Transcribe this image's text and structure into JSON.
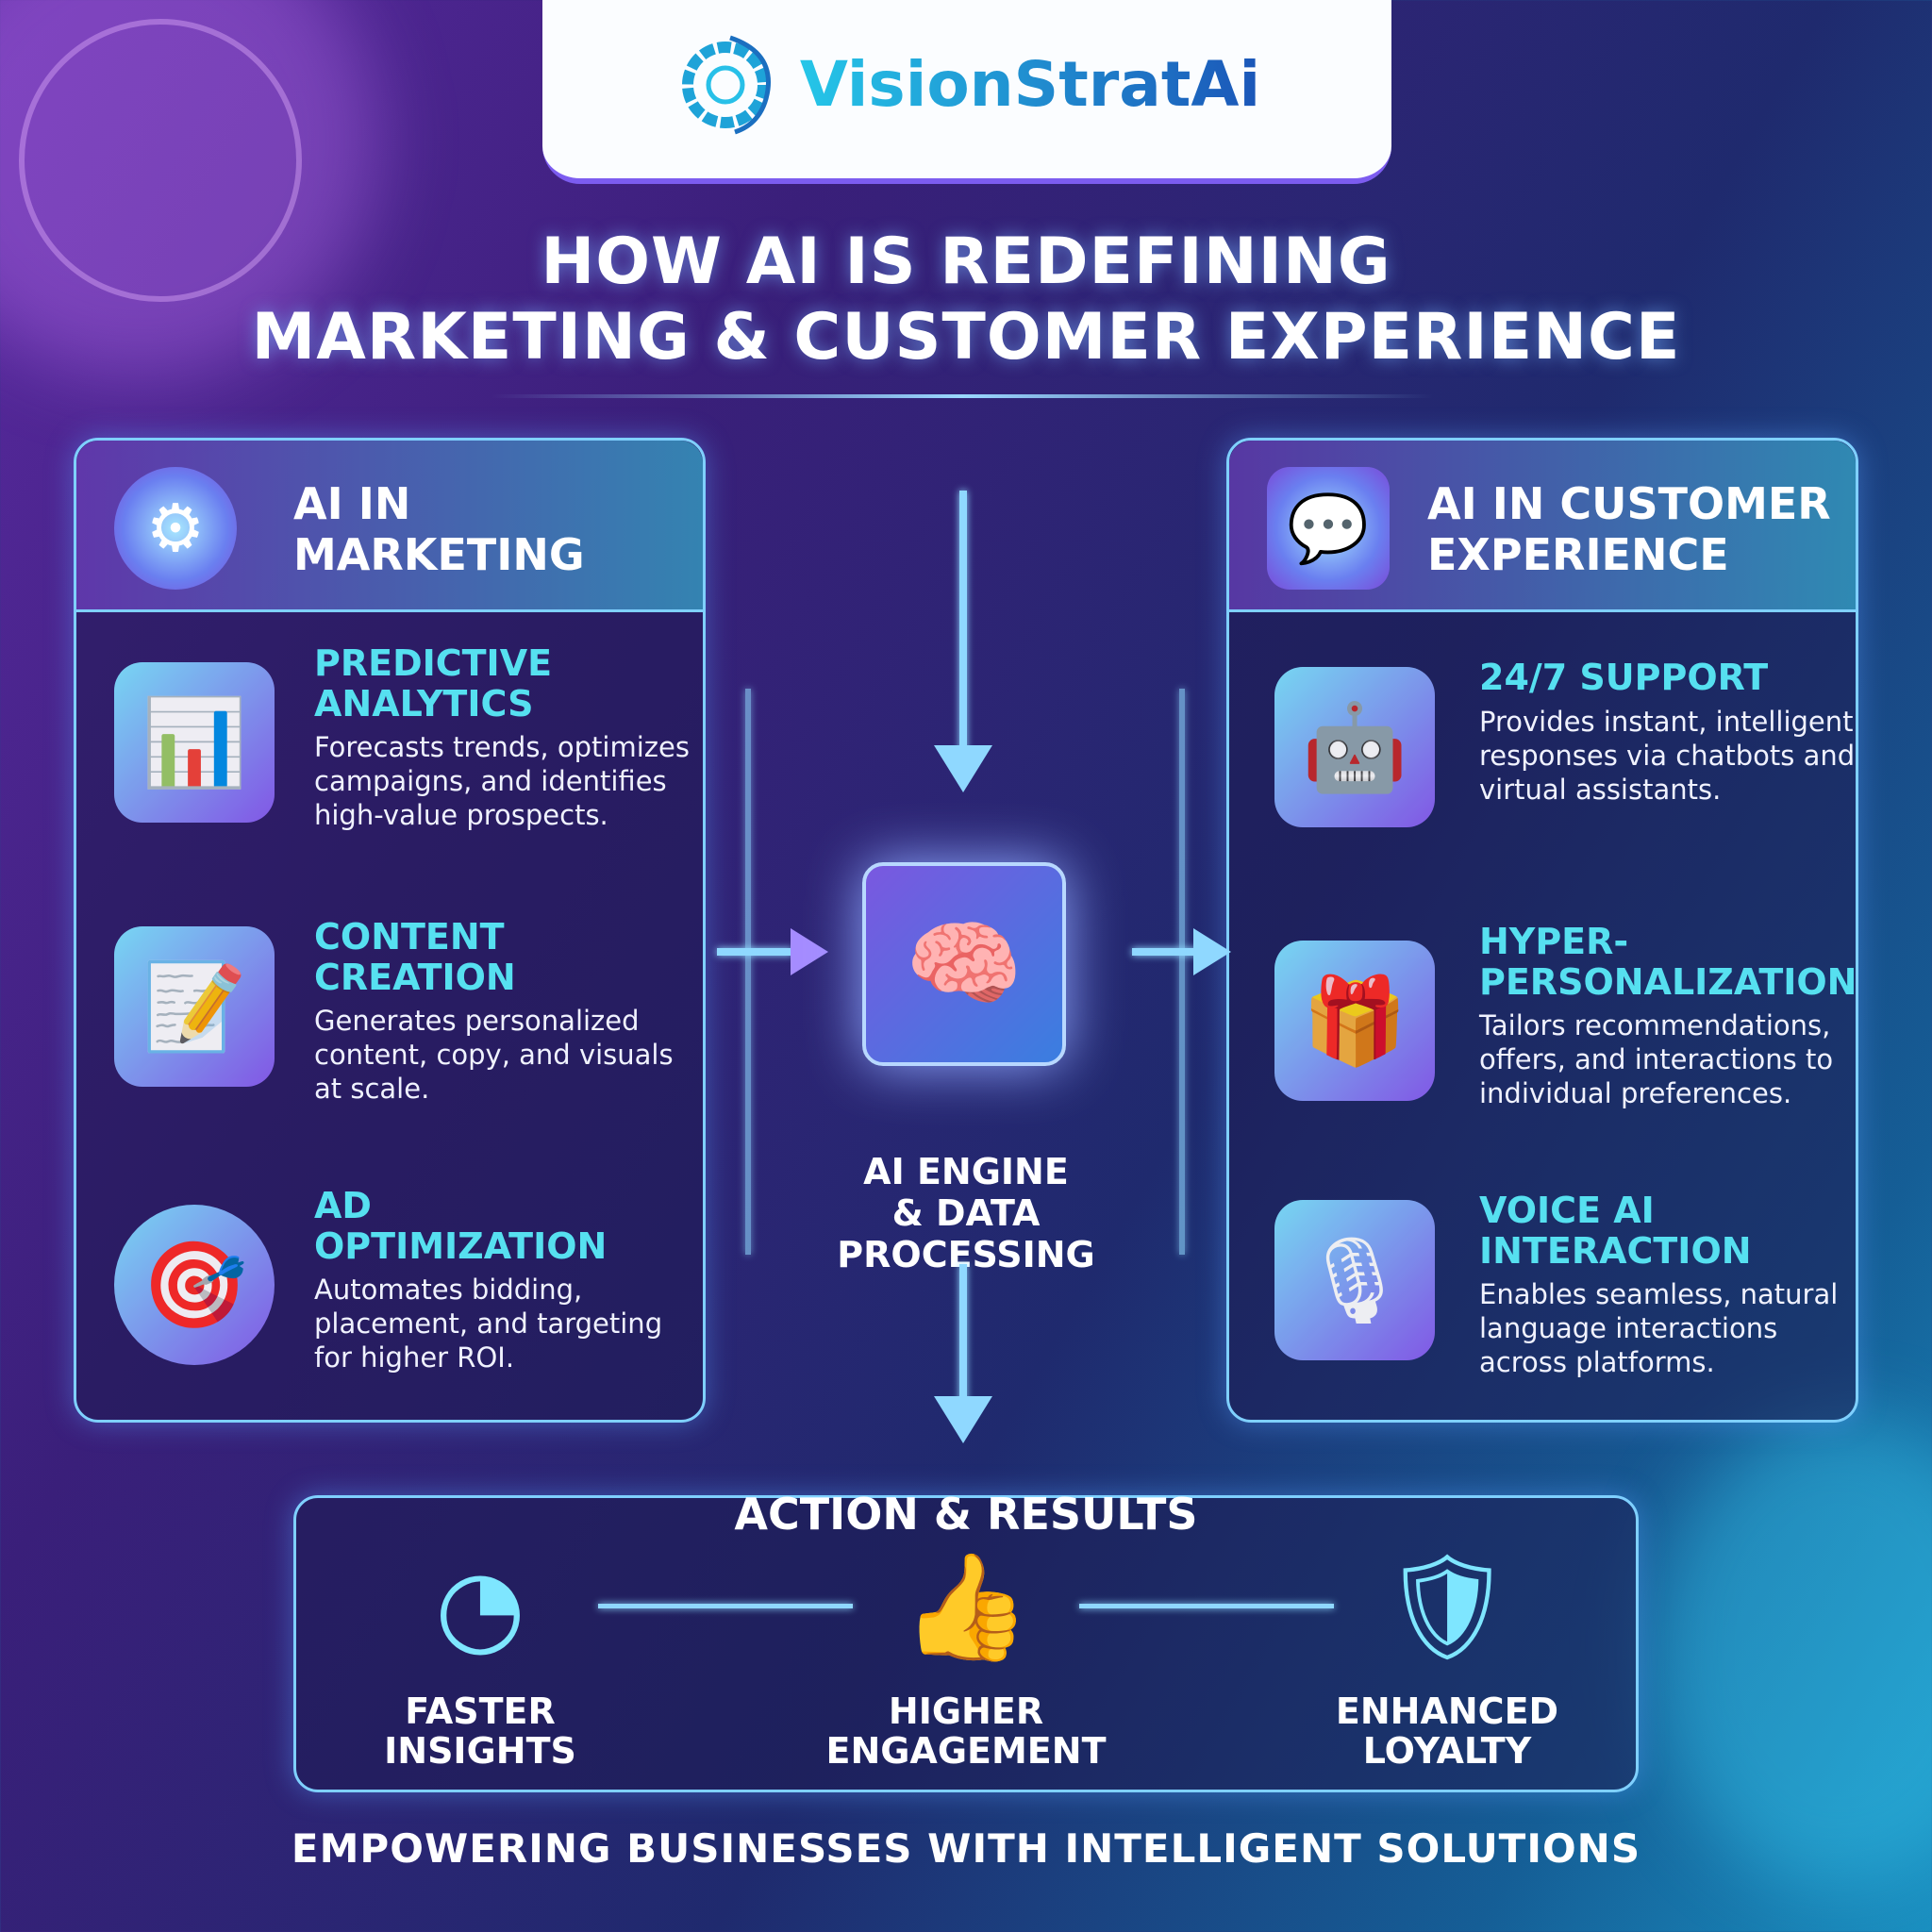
{
  "brand": {
    "name": "VisionStratAi"
  },
  "title": {
    "line1": "HOW AI IS REDEFINING",
    "line2": "MARKETING & CUSTOMER EXPERIENCE"
  },
  "marketing": {
    "heading_line1": "AI IN",
    "heading_line2": "MARKETING",
    "items": [
      {
        "title_line1": "PREDICTIVE",
        "title_line2": "ANALYTICS",
        "desc": "Forecasts trends, optimizes campaigns, and identifies high-value prospects.",
        "icon": "crystal-ball-chart-icon"
      },
      {
        "title_line1": "CONTENT",
        "title_line2": "CREATION",
        "desc": "Generates personalized content, copy, and visuals at scale.",
        "icon": "ai-document-pen-icon"
      },
      {
        "title_line1": "AD",
        "title_line2": "OPTIMIZATION",
        "desc": "Automates bidding, placement, and targeting for higher ROI.",
        "icon": "target-dollar-icon"
      }
    ]
  },
  "customer": {
    "heading_line1": "AI IN CUSTOMER",
    "heading_line2": "EXPERIENCE",
    "items": [
      {
        "title_line1": "24/7 SUPPORT",
        "title_line2": "",
        "desc": "Provides instant, intelligent responses via chatbots and virtual assistants.",
        "icon": "robot-headset-icon"
      },
      {
        "title_line1": "HYPER-",
        "title_line2": "PERSONALIZATION",
        "desc": "Tailors recommendations, offers, and interactions to individual preferences.",
        "icon": "person-gift-icon"
      },
      {
        "title_line1": "VOICE AI",
        "title_line2": "INTERACTION",
        "desc": "Enables seamless, natural language interactions across platforms.",
        "icon": "microphone-icon"
      }
    ]
  },
  "engine": {
    "line1": "AI ENGINE",
    "line2": "& DATA",
    "line3": "PROCESSING"
  },
  "results": {
    "heading": "ACTION & RESULTS",
    "items": [
      {
        "line1": "FASTER",
        "line2": "INSIGHTS",
        "icon": "speedometer-icon"
      },
      {
        "line1": "HIGHER",
        "line2": "ENGAGEMENT",
        "icon": "thumbs-up-growth-icon"
      },
      {
        "line1": "ENHANCED",
        "line2": "LOYALTY",
        "icon": "shield-heart-icon"
      }
    ]
  },
  "footer": "EMPOWERING BUSINESSES WITH INTELLIGENT SOLUTIONS",
  "colors": {
    "accent_cyan": "#56e0f0",
    "accent_purple": "#8a5cf0",
    "brand_blue": "#1b56b8"
  }
}
